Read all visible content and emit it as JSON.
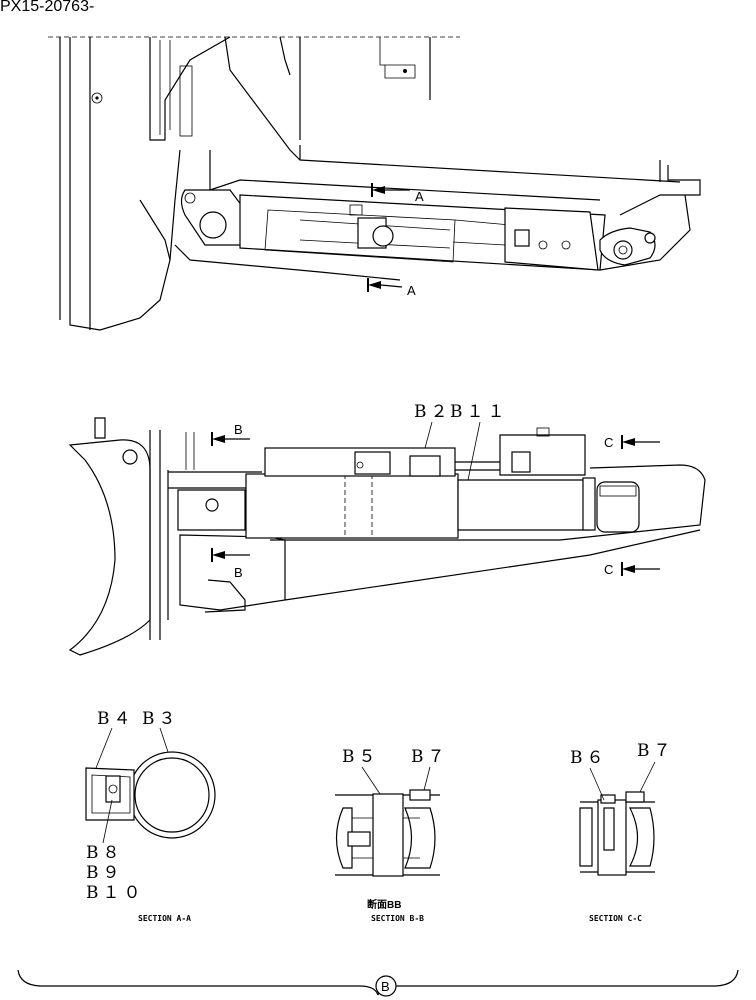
{
  "document": {
    "id": "PX15-20763-"
  },
  "top_view": {
    "section_arrow_upper": "A",
    "section_arrow_lower": "A"
  },
  "middle_view": {
    "section_arrow_left_upper": "B",
    "section_arrow_left_lower": "B",
    "section_arrow_right_upper": "C",
    "section_arrow_right_lower": "C",
    "callout_b2": "B２",
    "callout_b11": "B１１"
  },
  "section_aa": {
    "title": "SECTION A-A",
    "callout_b4": "B４",
    "callout_b3": "B３",
    "callout_b8": "B８",
    "callout_b9": "B９",
    "callout_b10": "B１０"
  },
  "section_bb": {
    "title_jp": "断面BB",
    "title": "SECTION B-B",
    "callout_b5": "B５",
    "callout_b7": "B７"
  },
  "section_cc": {
    "title": "SECTION C-C",
    "callout_b6": "B６",
    "callout_b7": "B７"
  },
  "footer": {
    "group_label": "B"
  }
}
